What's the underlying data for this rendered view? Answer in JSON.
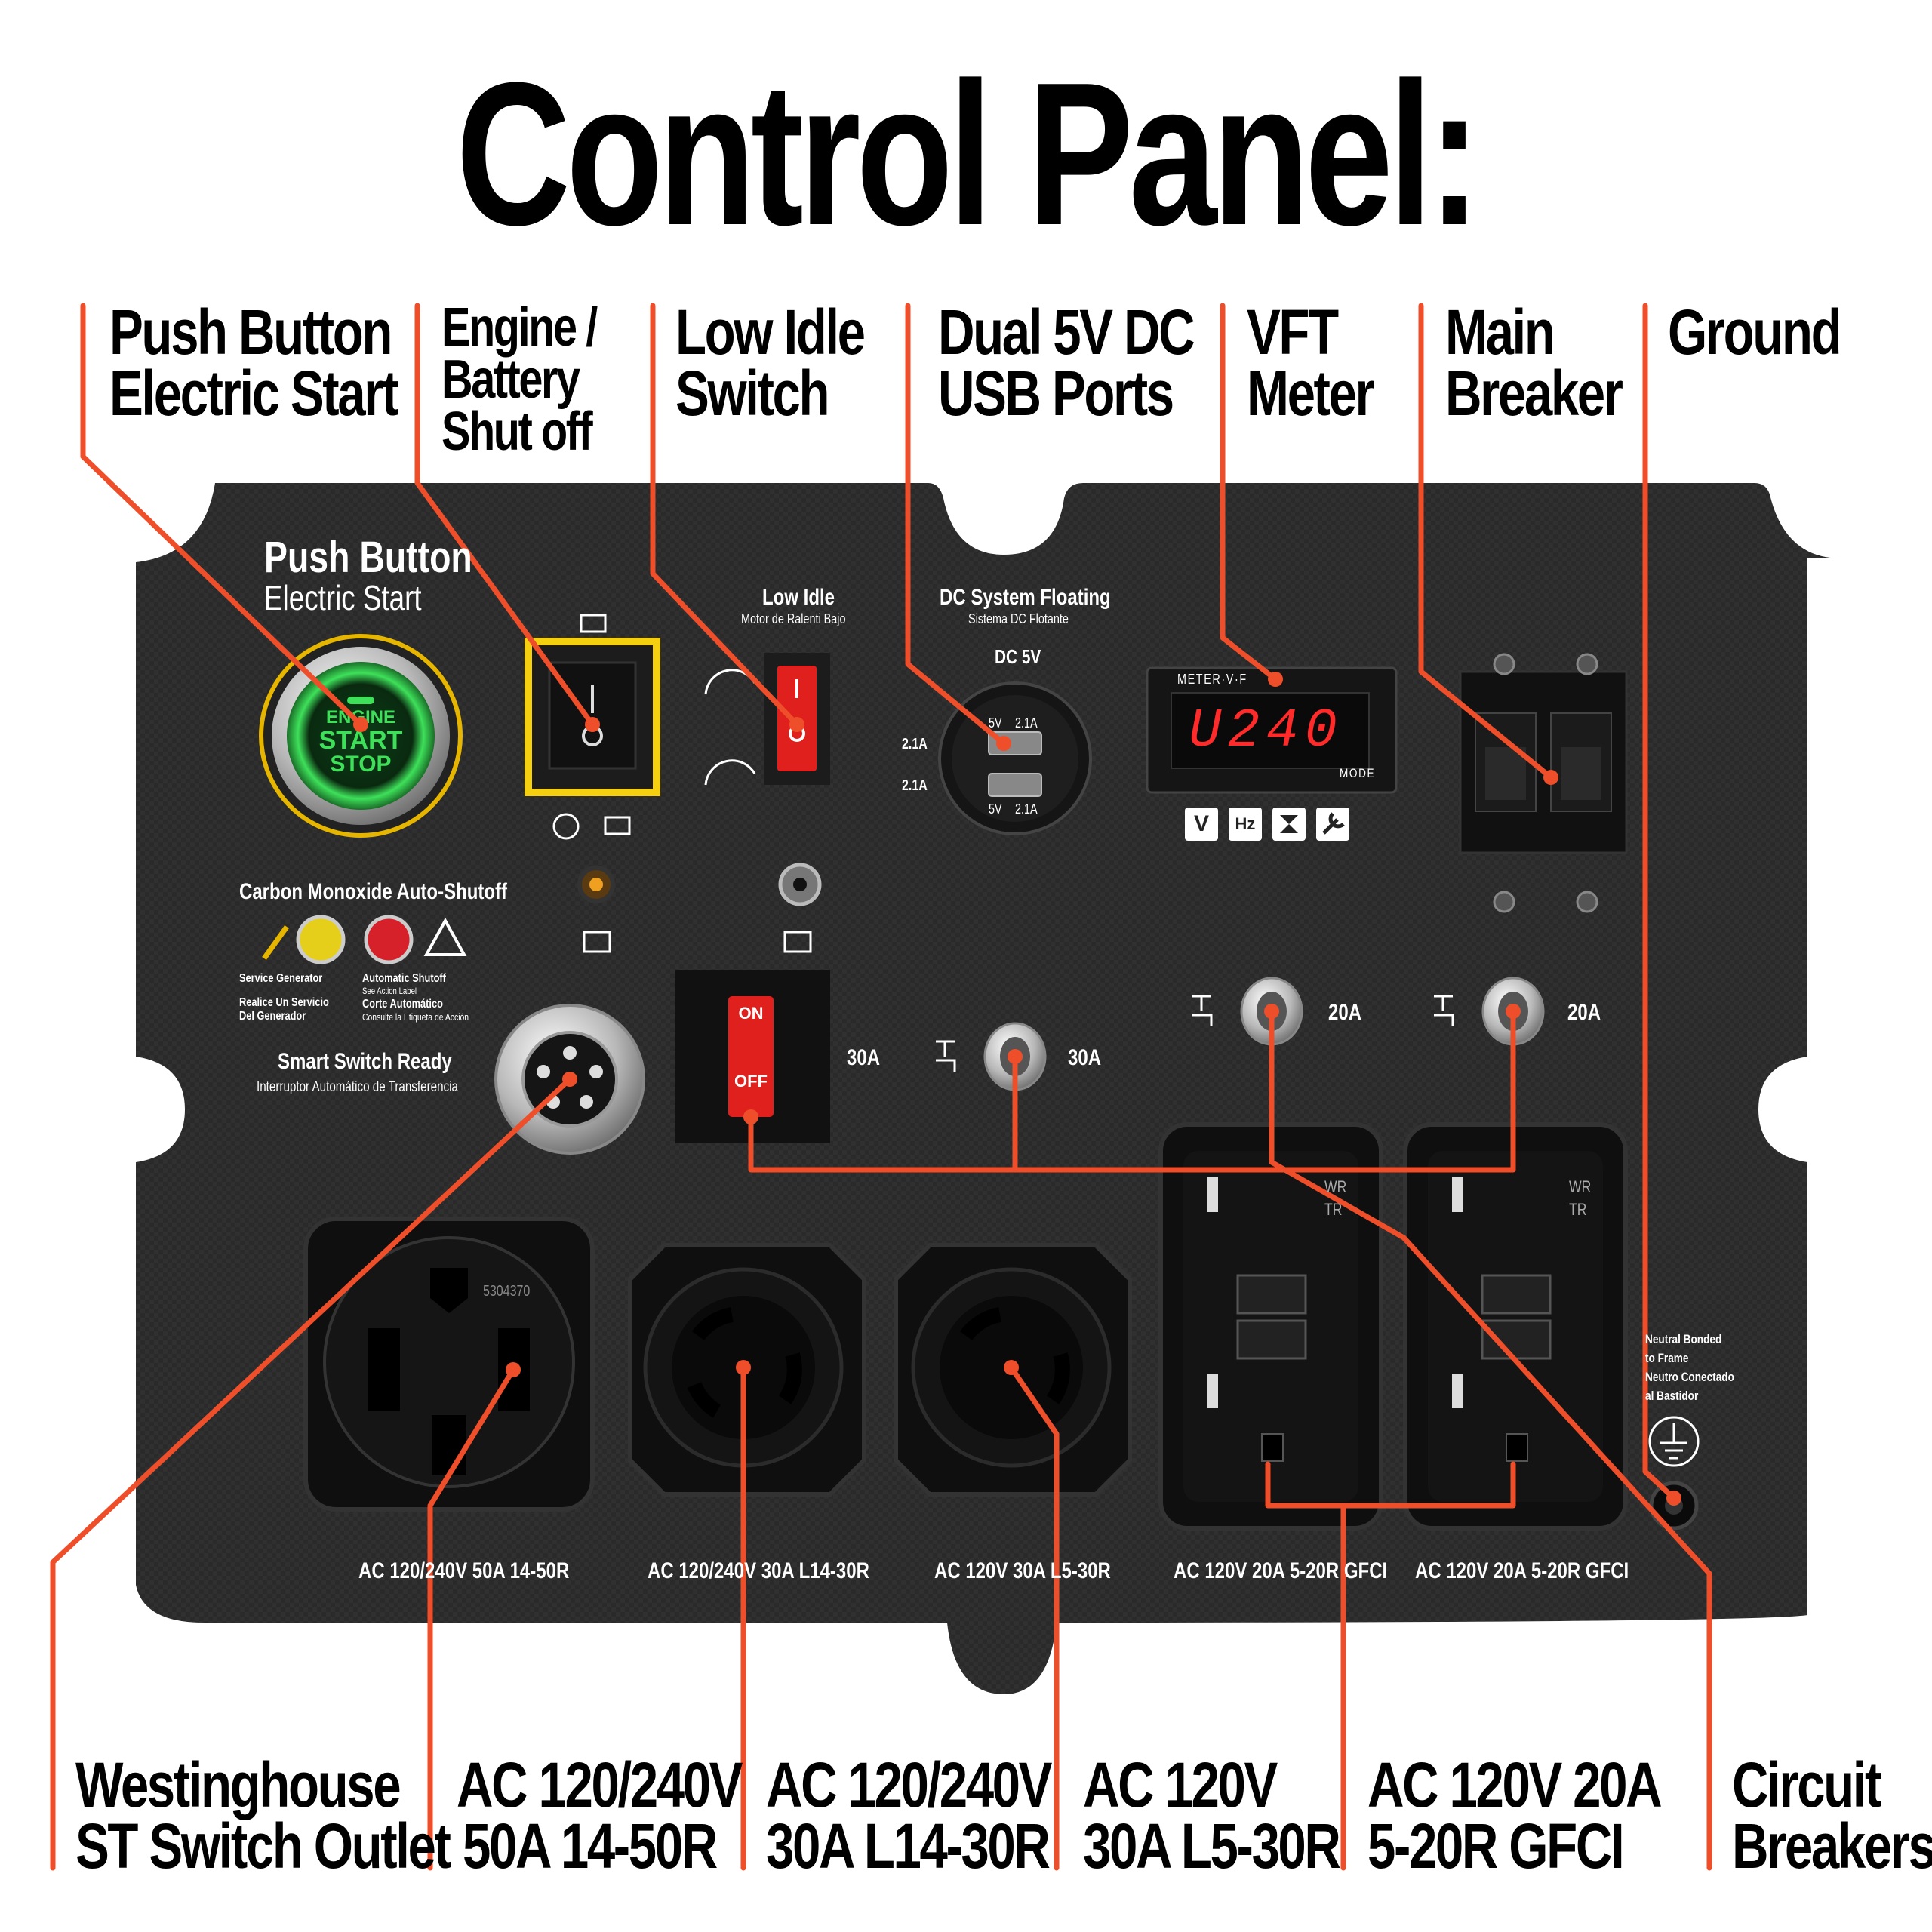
{
  "title": "Control Panel:",
  "colors": {
    "accent": "#ee4f2a",
    "panel": "#2b2b2b",
    "start_button_glow": "#3ee05a",
    "switch_red": "#e0201c",
    "switch_frame_yellow": "#f5d010"
  },
  "callouts_top": [
    {
      "id": "push-button",
      "lines": [
        "Push Button",
        "Electric Start"
      ]
    },
    {
      "id": "engine-battery",
      "lines": [
        "Engine /",
        "Battery",
        "Shut off"
      ]
    },
    {
      "id": "low-idle",
      "lines": [
        "Low Idle",
        "Switch"
      ]
    },
    {
      "id": "usb",
      "lines": [
        "Dual 5V DC",
        "USB Ports"
      ]
    },
    {
      "id": "vft",
      "lines": [
        "VFT",
        "Meter"
      ]
    },
    {
      "id": "main-breaker",
      "lines": [
        "Main",
        "Breaker"
      ]
    },
    {
      "id": "ground",
      "lines": [
        "Ground"
      ]
    }
  ],
  "callouts_bottom": [
    {
      "id": "st-switch",
      "lines": [
        "Westinghouse",
        "ST Switch Outlet"
      ]
    },
    {
      "id": "outlet-50a",
      "lines": [
        "AC 120/240V",
        "50A 14-50R"
      ]
    },
    {
      "id": "outlet-l14",
      "lines": [
        "AC 120/240V",
        "30A L14-30R"
      ]
    },
    {
      "id": "outlet-l5",
      "lines": [
        "AC 120V",
        "30A L5-30R"
      ]
    },
    {
      "id": "outlet-gfci",
      "lines": [
        "AC 120V 20A",
        "5-20R GFCI"
      ]
    },
    {
      "id": "breakers",
      "lines": [
        "Circuit",
        "Breakers"
      ]
    }
  ],
  "panel_labels": {
    "push_button_title": "Push Button",
    "push_button_sub": "Electric Start",
    "start_button_top": "ENGINE",
    "start_button_mid": "START",
    "start_button_bot": "STOP",
    "co_shutoff": "Carbon Monoxide Auto-Shutoff",
    "service_gen": "Service Generator",
    "service_gen_es_1": "Realice Un Servicio",
    "service_gen_es_2": "Del Generador",
    "auto_shutoff": "Automatic Shutoff",
    "auto_shutoff_sub": "See Action Label",
    "auto_shutoff_es_1": "Corte Automático",
    "auto_shutoff_es_2": "Consulte la Etiqueta de Acción",
    "smart_switch": "Smart Switch Ready",
    "smart_switch_es": "Interruptor Automático de Transferencia",
    "low_idle": "Low Idle",
    "low_idle_es": "Motor de Ralenti Bajo",
    "dc_floating": "DC System Floating",
    "dc_floating_es": "Sistema DC Flotante",
    "dc_5v": "DC 5V",
    "usb_5v": "5V",
    "usb_21a": "2.1A",
    "usb_side_21a": "2.1A",
    "meter_brand": "METER·V·F",
    "meter_reading": "U240",
    "meter_mode": "MODE",
    "meter_btn_v": "V",
    "meter_btn_hz": "Hz",
    "on_label": "ON",
    "off_label": "OFF",
    "amp_30a": "30A",
    "amp_20a": "20A",
    "outlet_50_part": "5304370",
    "neutral_1": "Neutral Bonded",
    "neutral_2": "to Frame",
    "neutral_3": "Neutro Conectado",
    "neutral_4": "al Bastidor",
    "gfci_wr": "WR",
    "gfci_tr": "TR",
    "outlet_labels": [
      "AC 120/240V 50A 14-50R",
      "AC 120/240V 30A L14-30R",
      "AC 120V 30A L5-30R",
      "AC 120V 20A 5-20R GFCI",
      "AC 120V 20A 5-20R GFCI"
    ]
  }
}
